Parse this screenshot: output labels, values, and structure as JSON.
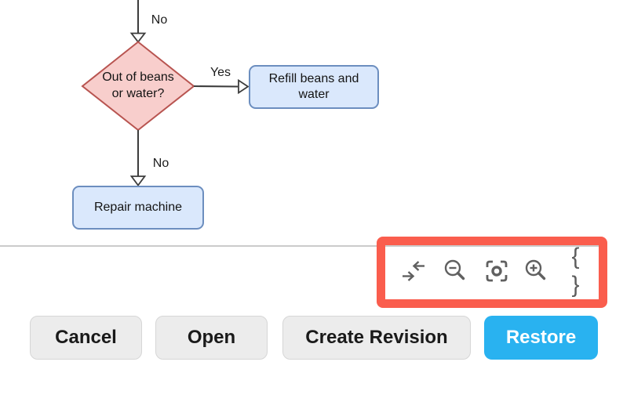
{
  "preview": {
    "nodes": {
      "decision": {
        "label": "Out of beans or water?",
        "fill": "#f8cecc",
        "stroke": "#b85450"
      },
      "refill": {
        "label": "Refill beans and water",
        "fill": "#dae8fc",
        "stroke": "#6c8ebf"
      },
      "repair": {
        "label": "Repair machine",
        "fill": "#dae8fc",
        "stroke": "#6c8ebf"
      }
    },
    "edge_labels": {
      "top_no": "No",
      "yes": "Yes",
      "bottom_no": "No"
    },
    "line_color": "#3c3c3c"
  },
  "toolbar": {
    "icons": [
      {
        "name": "compare-arrows-icon"
      },
      {
        "name": "zoom-out-icon"
      },
      {
        "name": "fit-page-icon"
      },
      {
        "name": "zoom-in-icon"
      },
      {
        "name": "code-braces-icon"
      }
    ],
    "braces_glyph": "{ }",
    "icon_color": "#606060",
    "divider_color": "#cbcbcb",
    "highlight_box_color": "#fa5d4d"
  },
  "footer": {
    "buttons": [
      {
        "label": "Cancel",
        "variant": "secondary"
      },
      {
        "label": "Open",
        "variant": "secondary"
      },
      {
        "label": "Create Revision",
        "variant": "secondary"
      },
      {
        "label": "Restore",
        "variant": "primary"
      }
    ],
    "primary_color": "#29b2f0"
  }
}
